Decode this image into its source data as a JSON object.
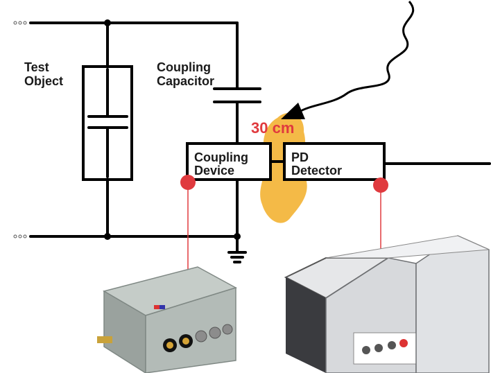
{
  "labels": {
    "test_object_line1": "Test",
    "test_object_line2": "Object",
    "coupling_capacitor_line1": "Coupling",
    "coupling_capacitor_line2": "Capacitor",
    "coupling_device_line1": "Coupling",
    "coupling_device_line2": "Device",
    "pd_detector_line1": "PD",
    "pd_detector_line2": "Detector",
    "distance": "30 cm"
  },
  "colors": {
    "wire": "#000000",
    "marker": "#e03a3e",
    "distance_text": "#e03a3e",
    "blob": "#f3b233",
    "device_body": "#a8b0aa",
    "detector_body": "#d7d9dc"
  },
  "icons": [
    "ground-icon",
    "terminal-icon",
    "arrow-icon"
  ]
}
